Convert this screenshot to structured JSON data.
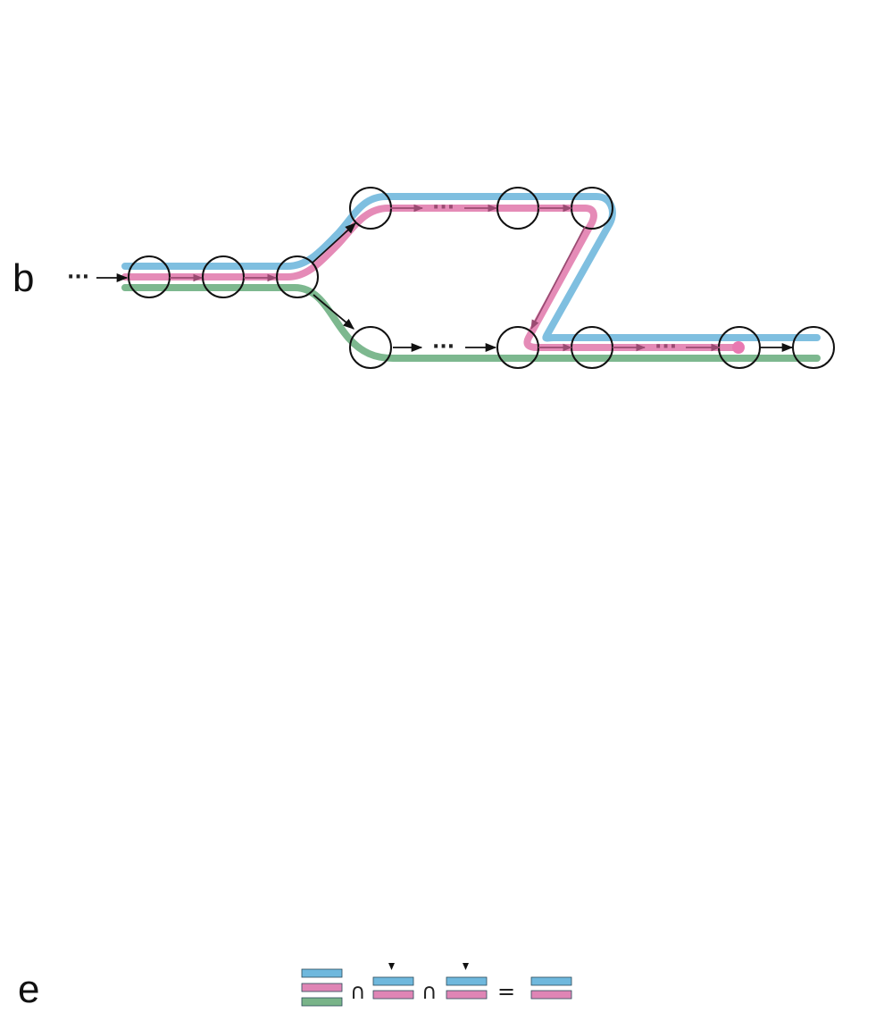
{
  "panels": {
    "b": {
      "label": "b"
    },
    "e": {
      "label": "e"
    }
  },
  "diagram": {
    "ellipsis": "···",
    "path_colors": {
      "blue": "#7fbfe0",
      "pink": "#e58bb7",
      "green": "#7db88f",
      "arrow_dark": "#111111",
      "arrow_mauve": "#9a4b72"
    },
    "icons": [
      "node-circle",
      "arrow-head",
      "end-dot"
    ]
  },
  "equation": {
    "intersect_symbol": "∩",
    "equals_symbol": "=",
    "bar_colors": {
      "blue": "#6fb8dd",
      "pink": "#df85b5",
      "green": "#79b489"
    },
    "marker_icon": "triangle-down-icon"
  }
}
